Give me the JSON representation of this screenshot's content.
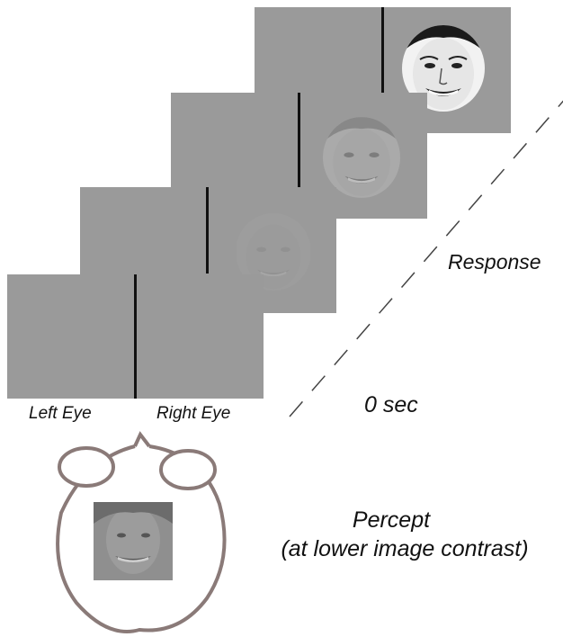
{
  "labels": {
    "left_eye": "Left Eye",
    "right_eye": "Right Eye",
    "zero_sec": "0 sec",
    "response": "Response",
    "percept_line1": "Percept",
    "percept_line2": "(at lower image contrast)"
  },
  "colors": {
    "panel_gray": "#9a9a9a",
    "divider": "#111111",
    "head_outline": "#8a7a78",
    "dashed_line": "#444444",
    "text": "#111111"
  },
  "stimulus_frames": [
    {
      "face_contrast": 0.1
    },
    {
      "face_contrast": 0.25
    },
    {
      "face_contrast": 0.55
    },
    {
      "face_contrast": 1.0
    }
  ],
  "icons": {
    "face": "face-icon",
    "head": "head-outline-icon"
  }
}
